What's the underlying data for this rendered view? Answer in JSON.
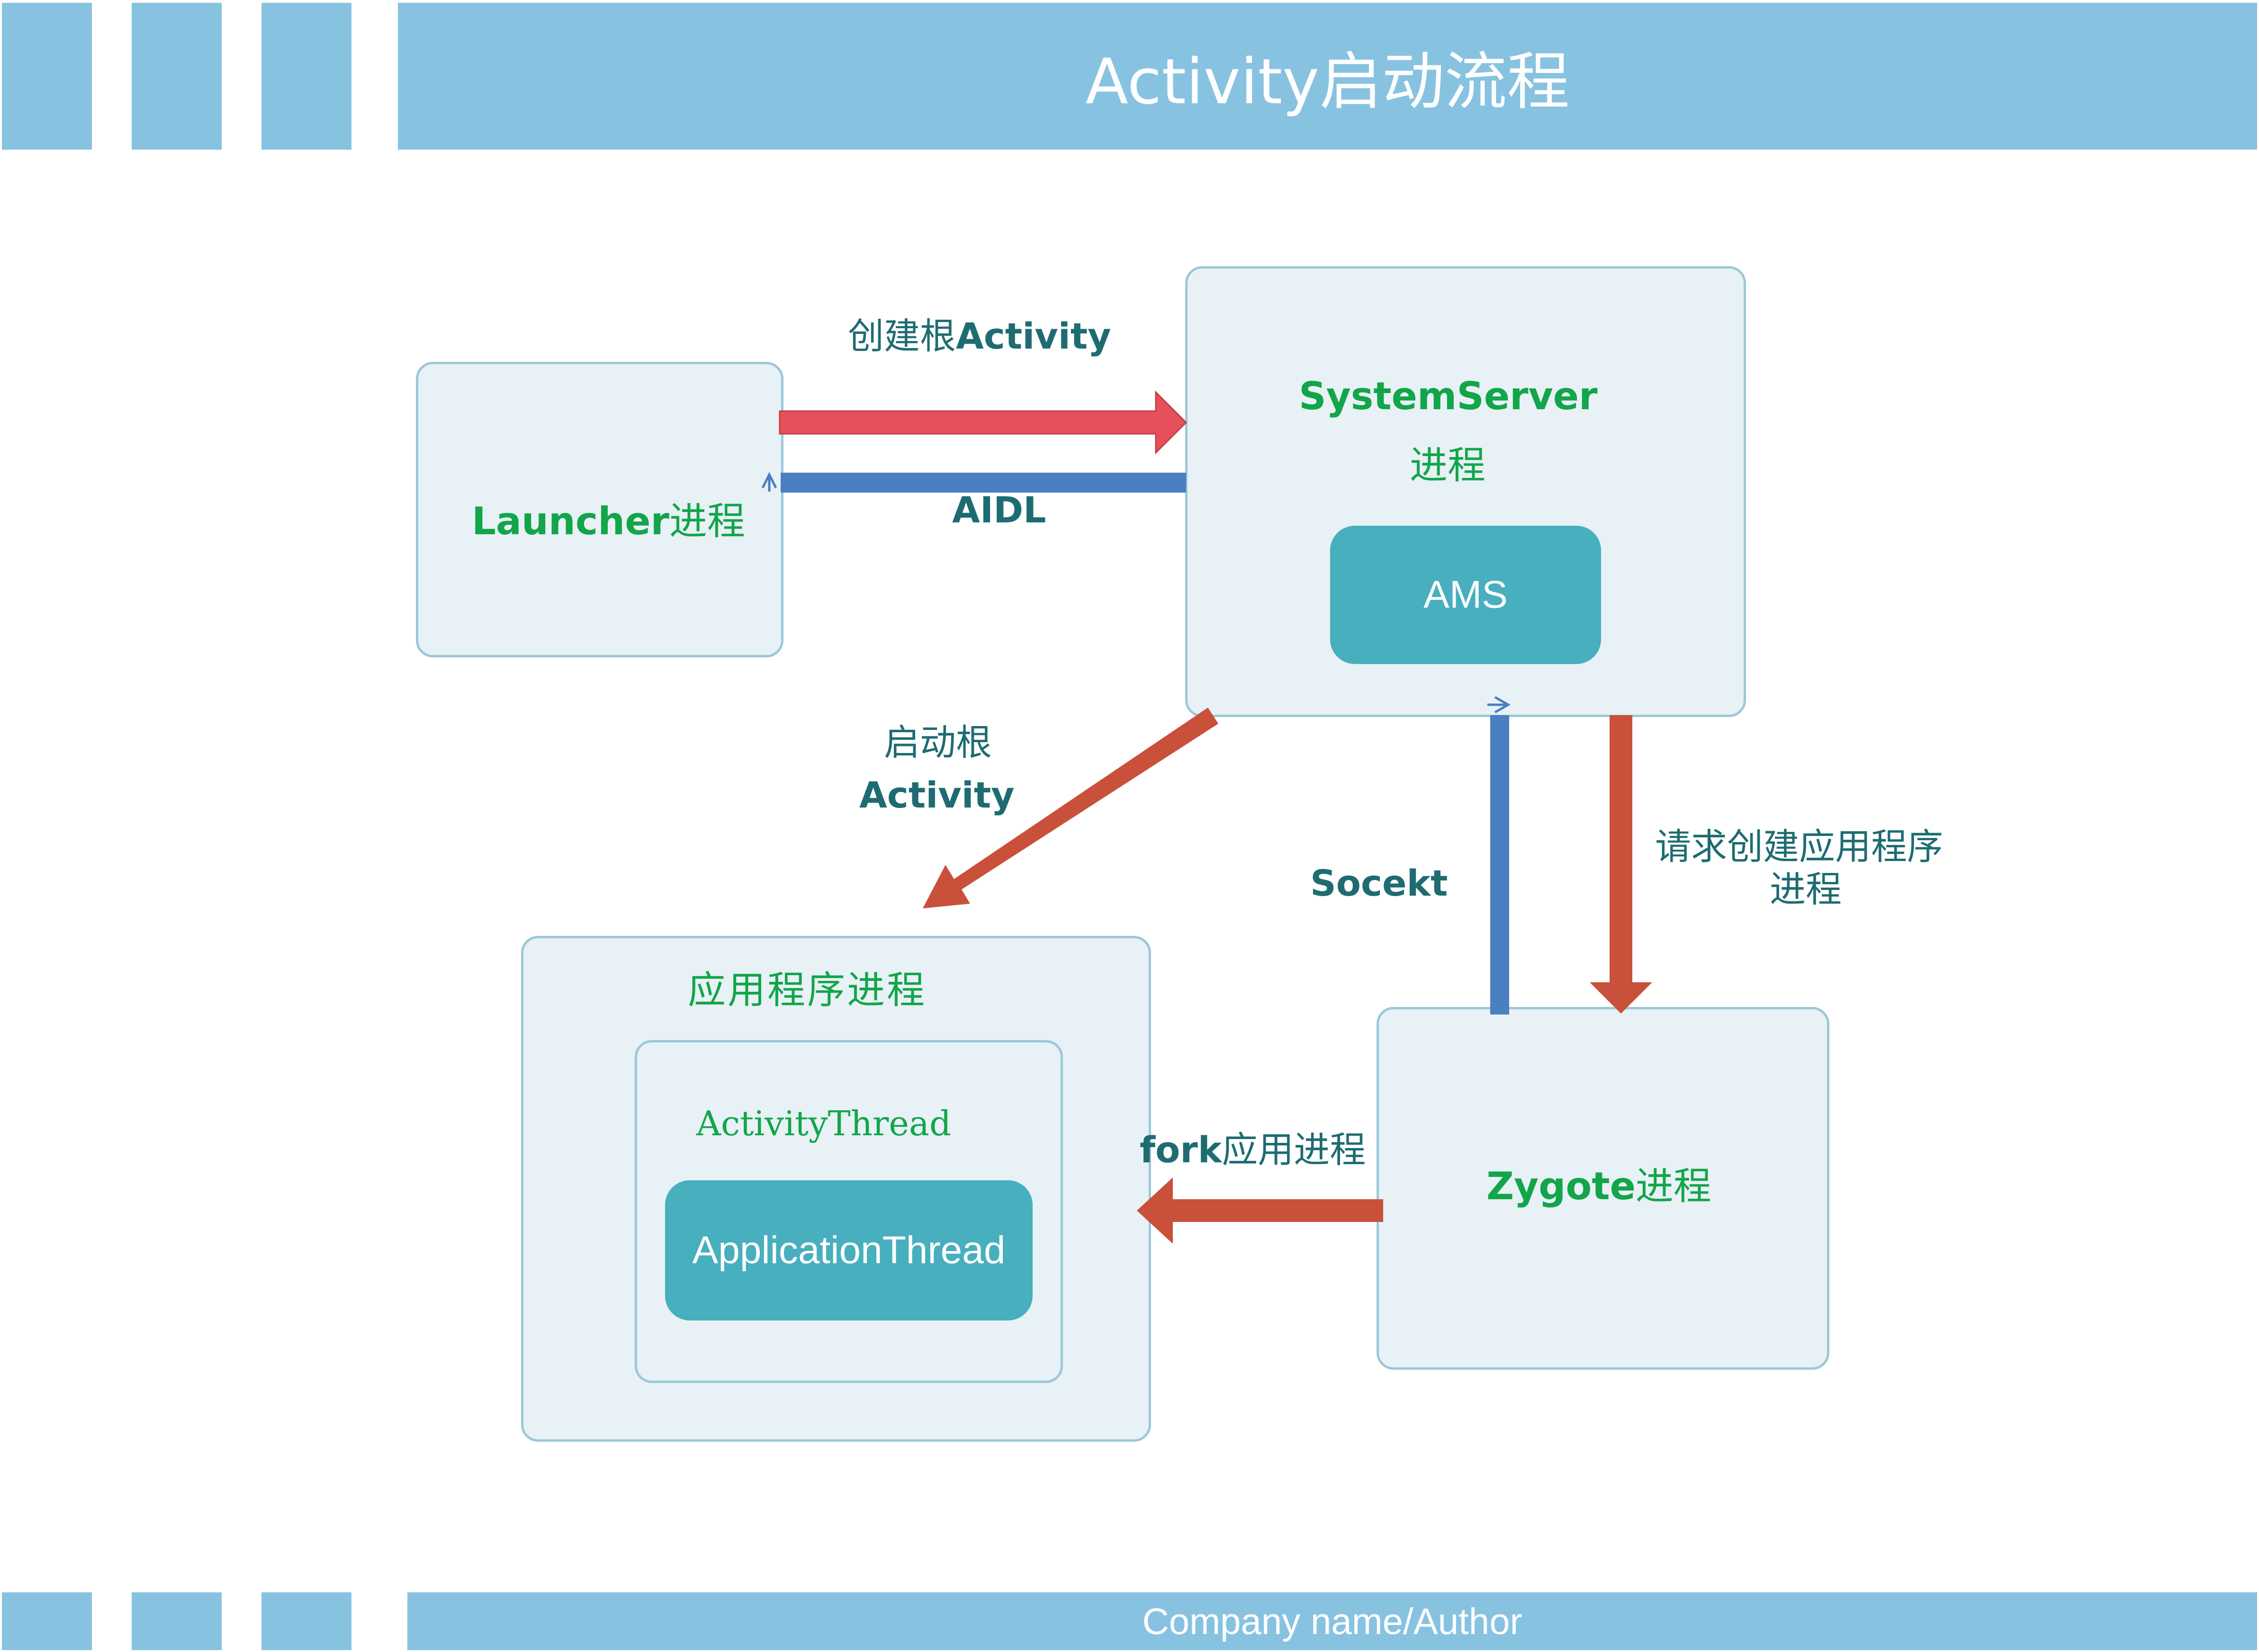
{
  "title": "Activity启动流程",
  "footer": "Company name/Author",
  "nodes": {
    "launcher": {
      "name": "Launcher",
      "suffix": "进程"
    },
    "system_server": {
      "name": "SystemServer",
      "suffix": "进程"
    },
    "ams": "AMS",
    "app_process": "应用程序进程",
    "activity_thread": "ActivityThread",
    "application_thread": "ApplicationThread",
    "zygote": {
      "name": "Zygote",
      "suffix": "进程"
    }
  },
  "edges": {
    "create_root": {
      "prefix": "创建根",
      "bold": "Activity"
    },
    "aidl": "AIDL",
    "start_root_line1": "启动根",
    "start_root_line2": "Activity",
    "socket": "Socekt",
    "request_line1": "请求创建应用程序",
    "request_line2": "进程",
    "fork": {
      "bold": "fork",
      "suffix": "应用进程"
    }
  },
  "colors": {
    "header": "#88c2e1",
    "box_fill": "#e8f1f5",
    "box_border": "#9cc8d8",
    "pill": "#47afbe",
    "arrow_red": "#c9503a",
    "arrow_pink": "#e5505a",
    "arrow_blue": "#4a7fc1",
    "label_green": "#12a54a",
    "label_teal": "#1e6c72"
  }
}
